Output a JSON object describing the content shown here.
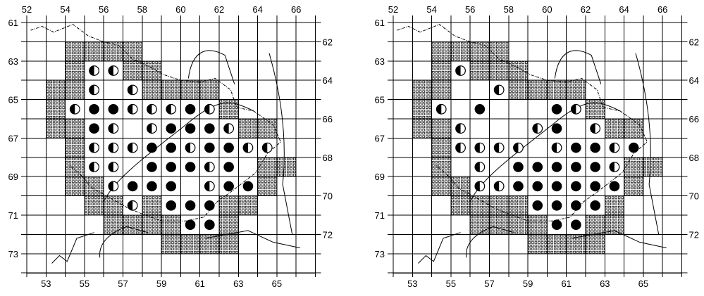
{
  "x_top_labels": [
    "52",
    "54",
    "56",
    "58",
    "60",
    "62",
    "64",
    "66"
  ],
  "x_bottom_labels": [
    "53",
    "55",
    "57",
    "59",
    "61",
    "63",
    "65"
  ],
  "y_left_labels": [
    "61",
    "63",
    "65",
    "67",
    "69",
    "71",
    "73"
  ],
  "y_right_labels": [
    "62",
    "64",
    "66",
    "68",
    "70",
    "72"
  ],
  "legend_symbols": {
    "full": "filled circle",
    "half": "half-filled circle",
    "dots": "dotted (hatched) square"
  },
  "maps": [
    {
      "id": "left",
      "rows": [
        {
          "row": "61",
          "full": [],
          "half": [],
          "dots": []
        },
        {
          "row": "62",
          "full": [],
          "half": [],
          "dots": [
            "54",
            "55",
            "56",
            "57"
          ]
        },
        {
          "row": "63",
          "full": [],
          "half": [
            "55",
            "56"
          ],
          "dots": [
            "54",
            "57",
            "58"
          ]
        },
        {
          "row": "64",
          "full": [],
          "half": [
            "55",
            "57"
          ],
          "dots": [
            "53",
            "54",
            "58",
            "59",
            "60",
            "61"
          ]
        },
        {
          "row": "65",
          "full": [
            "55",
            "56",
            "60"
          ],
          "half": [
            "54",
            "57",
            "58",
            "59",
            "61"
          ],
          "dots": [
            "53",
            "62"
          ]
        },
        {
          "row": "66",
          "full": [
            "55",
            "59",
            "60",
            "61"
          ],
          "half": [
            "56",
            "58",
            "62"
          ],
          "dots": [
            "53",
            "54",
            "63",
            "64"
          ]
        },
        {
          "row": "67",
          "full": [
            "58",
            "59",
            "61",
            "62"
          ],
          "half": [
            "55",
            "56",
            "57",
            "60",
            "63",
            "64"
          ],
          "dots": [
            "54"
          ]
        },
        {
          "row": "68",
          "full": [
            "58",
            "59",
            "60",
            "62"
          ],
          "half": [
            "55",
            "56",
            "61"
          ],
          "dots": [
            "54",
            "64",
            "65"
          ]
        },
        {
          "row": "69",
          "full": [
            "57",
            "58",
            "59",
            "62",
            "63"
          ],
          "half": [
            "56",
            "61"
          ],
          "dots": [
            "54",
            "55",
            "64"
          ]
        },
        {
          "row": "70",
          "full": [
            "59",
            "60",
            "61"
          ],
          "half": [
            "57"
          ],
          "dots": [
            "55",
            "56",
            "58",
            "62",
            "63"
          ]
        },
        {
          "row": "71",
          "full": [
            "60",
            "61"
          ],
          "half": [],
          "dots": [
            "56",
            "57",
            "58",
            "59",
            "62"
          ]
        },
        {
          "row": "72",
          "full": [],
          "half": [],
          "dots": [
            "59",
            "60",
            "61",
            "62"
          ]
        },
        {
          "row": "73",
          "full": [],
          "half": [],
          "dots": []
        }
      ]
    },
    {
      "id": "right",
      "rows": [
        {
          "row": "61",
          "full": [],
          "half": [],
          "dots": []
        },
        {
          "row": "62",
          "full": [],
          "half": [],
          "dots": [
            "54",
            "55",
            "56",
            "57"
          ]
        },
        {
          "row": "63",
          "full": [],
          "half": [
            "55"
          ],
          "dots": [
            "54",
            "56",
            "57",
            "58"
          ]
        },
        {
          "row": "64",
          "full": [],
          "half": [
            "57"
          ],
          "dots": [
            "53",
            "54",
            "58",
            "59",
            "60",
            "61"
          ]
        },
        {
          "row": "65",
          "full": [
            "56",
            "60"
          ],
          "half": [
            "54",
            "61"
          ],
          "dots": [
            "53",
            "62"
          ]
        },
        {
          "row": "66",
          "full": [
            "60"
          ],
          "half": [
            "55",
            "59",
            "62"
          ],
          "dots": [
            "53",
            "54",
            "63",
            "64"
          ]
        },
        {
          "row": "67",
          "full": [
            "61",
            "62",
            "64"
          ],
          "half": [
            "55",
            "56",
            "57",
            "58",
            "60",
            "63"
          ],
          "dots": [
            "54"
          ]
        },
        {
          "row": "68",
          "full": [
            "58",
            "59",
            "60",
            "61",
            "62"
          ],
          "half": [
            "56",
            "63"
          ],
          "dots": [
            "54",
            "64",
            "65"
          ]
        },
        {
          "row": "69",
          "full": [
            "58",
            "59",
            "60",
            "61",
            "62",
            "63"
          ],
          "half": [
            "56",
            "57"
          ],
          "dots": [
            "54",
            "55",
            "64"
          ]
        },
        {
          "row": "70",
          "full": [
            "59",
            "60",
            "61",
            "62"
          ],
          "half": [],
          "dots": [
            "55",
            "56",
            "57",
            "58",
            "63"
          ]
        },
        {
          "row": "71",
          "full": [
            "60",
            "61"
          ],
          "half": [],
          "dots": [
            "56",
            "57",
            "58",
            "59",
            "62",
            "63"
          ]
        },
        {
          "row": "72",
          "full": [],
          "half": [],
          "dots": [
            "59",
            "60",
            "61",
            "62"
          ]
        },
        {
          "row": "73",
          "full": [],
          "half": [],
          "dots": []
        }
      ]
    }
  ]
}
